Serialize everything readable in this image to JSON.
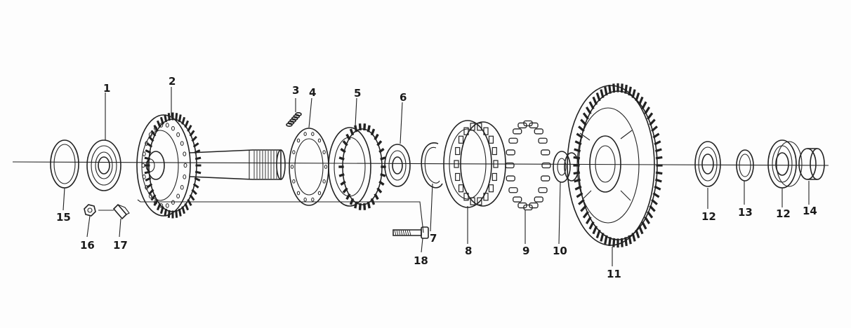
{
  "diagram": {
    "colors": {
      "ink": "#222222",
      "paper": "#fdfdfd"
    },
    "labels": [
      {
        "id": "p1",
        "text": "1"
      },
      {
        "id": "p2",
        "text": "2"
      },
      {
        "id": "p3",
        "text": "3"
      },
      {
        "id": "p4",
        "text": "4"
      },
      {
        "id": "p5",
        "text": "5"
      },
      {
        "id": "p6",
        "text": "6"
      },
      {
        "id": "p7",
        "text": "7"
      },
      {
        "id": "p8",
        "text": "8"
      },
      {
        "id": "p9",
        "text": "9"
      },
      {
        "id": "p10",
        "text": "10"
      },
      {
        "id": "p11",
        "text": "11"
      },
      {
        "id": "p12a",
        "text": "12"
      },
      {
        "id": "p13",
        "text": "13"
      },
      {
        "id": "p12b",
        "text": "12"
      },
      {
        "id": "p14",
        "text": "14"
      },
      {
        "id": "p15",
        "text": "15"
      },
      {
        "id": "p16",
        "text": "16"
      },
      {
        "id": "p17",
        "text": "17"
      },
      {
        "id": "p18",
        "text": "18"
      }
    ]
  }
}
